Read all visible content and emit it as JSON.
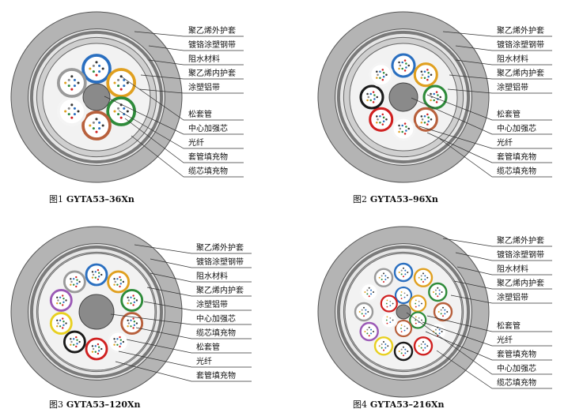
{
  "figures": [
    {
      "caption_prefix": "图1",
      "caption_model": "GYTA53–36Xn",
      "labels": [
        "聚乙烯外护套",
        "镀铬涂塑钢带",
        "阻水材料",
        "聚乙烯内护套",
        "涂塑铝带",
        "松套管",
        "中心加强芯",
        "光纤",
        "套管填充物",
        "缆芯填充物"
      ]
    },
    {
      "caption_prefix": "图2",
      "caption_model": "GYTA53–96Xn",
      "labels": [
        "聚乙烯外护套",
        "镀铬涂塑钢带",
        "阻水材料",
        "聚乙烯内护套",
        "涂塑铝带",
        "松套管",
        "中心加强芯",
        "光纤",
        "套管填充物",
        "缆芯填充物"
      ]
    },
    {
      "caption_prefix": "图3",
      "caption_model": "GYTA53–120Xn",
      "labels": [
        "聚乙烯外护套",
        "镀铬涂塑钢带",
        "阻水材料",
        "聚乙烯内护套",
        "涂塑铝带",
        "中心加强芯",
        "缆芯填充物",
        "松套管",
        "光纤",
        "套管填充物"
      ]
    },
    {
      "caption_prefix": "图4",
      "caption_model": "GYTA53–216Xn",
      "labels": [
        "聚乙烯外护套",
        "镀铬涂塑钢带",
        "阻水材料",
        "聚乙烯内护套",
        "涂塑铝带",
        "松套管",
        "光纤",
        "套管填充物",
        "中心加强芯",
        "缆芯填充物"
      ]
    }
  ],
  "colors": {
    "outer_sheath": "#b4b4b4",
    "steel_tape": "#7a7a7a",
    "inner_sheath": "#cfcfcf",
    "core_fill": "#f2f2f2",
    "strength_member": "#8a8a8a",
    "tube_blue": "#2a6fc0",
    "tube_orange": "#e0a020",
    "tube_green": "#2e8b3a",
    "tube_brown": "#b8603c",
    "tube_gray": "#9a9a9a",
    "tube_white": "#f4f4f4",
    "tube_red": "#d02020",
    "tube_black": "#1a1a1a",
    "tube_yellow": "#e8d020",
    "tube_purple": "#9b59b6"
  }
}
